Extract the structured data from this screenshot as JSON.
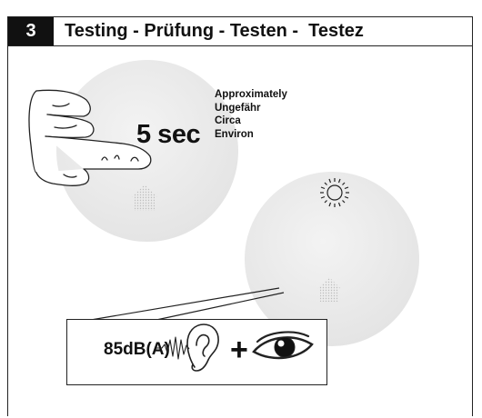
{
  "step": {
    "number": "3",
    "title": "Testing - Prüfung - Testen -  Testez"
  },
  "press": {
    "duration": "5 sec",
    "approx_terms": [
      "Approximately",
      "Ungefähr",
      "Circa",
      "Environ"
    ]
  },
  "result": {
    "sound_level": "85dB(A)",
    "plus": "+"
  },
  "icons": [
    "hand-icon",
    "home-icon",
    "light-icon",
    "ear-icon",
    "eye-icon",
    "sound-wave-icon"
  ],
  "colors": {
    "detector": "#ececec",
    "ink": "#111111",
    "header_box": "#111111"
  }
}
